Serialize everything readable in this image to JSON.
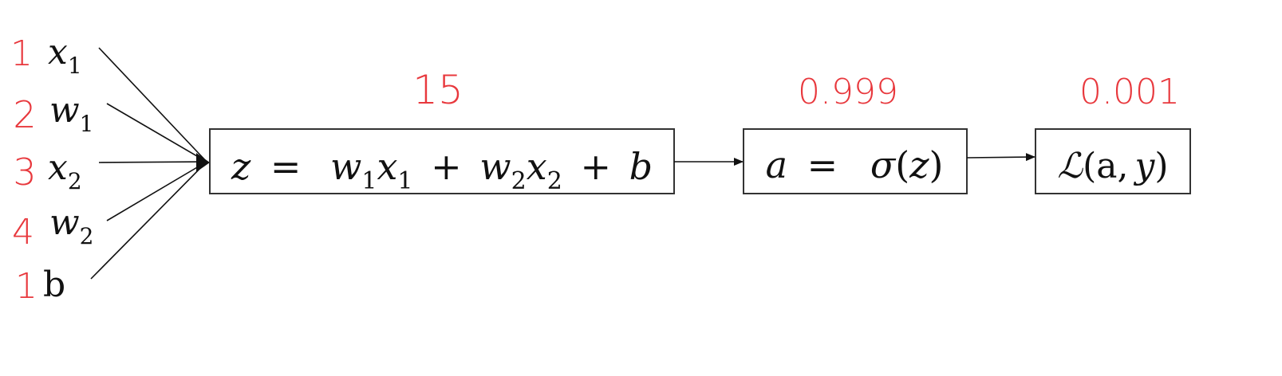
{
  "inputs": [
    {
      "id": "x1",
      "name": "x",
      "sub": "1",
      "value": "1"
    },
    {
      "id": "w1",
      "name": "w",
      "sub": "1",
      "value": "2"
    },
    {
      "id": "x2",
      "name": "x",
      "sub": "2",
      "value": "3"
    },
    {
      "id": "w2",
      "name": "w",
      "sub": "2",
      "value": "4"
    },
    {
      "id": "b",
      "name": "b",
      "sub": "",
      "value": "1"
    }
  ],
  "nodes": {
    "linear": {
      "z": "z",
      "eq": "=",
      "w1": "w",
      "w1_sub": "1",
      "x1": "x",
      "x1_sub": "1",
      "plus1": "+",
      "w2": "w",
      "w2_sub": "2",
      "x2": "x",
      "x2_sub": "2",
      "plus2": "+",
      "b": "b",
      "value": "15"
    },
    "activation": {
      "a": "a",
      "eq": "=",
      "sigma": "σ",
      "lp": "(",
      "z": "z",
      "rp": ")",
      "value": "0.999"
    },
    "loss": {
      "L": "ℒ",
      "lp": "(",
      "a": "a",
      "comma": ",",
      "y": "y",
      "rp": ")",
      "value": "0.001"
    }
  },
  "colors": {
    "annotation": "#e8383d",
    "stroke": "#111111",
    "box_border": "#333333"
  }
}
